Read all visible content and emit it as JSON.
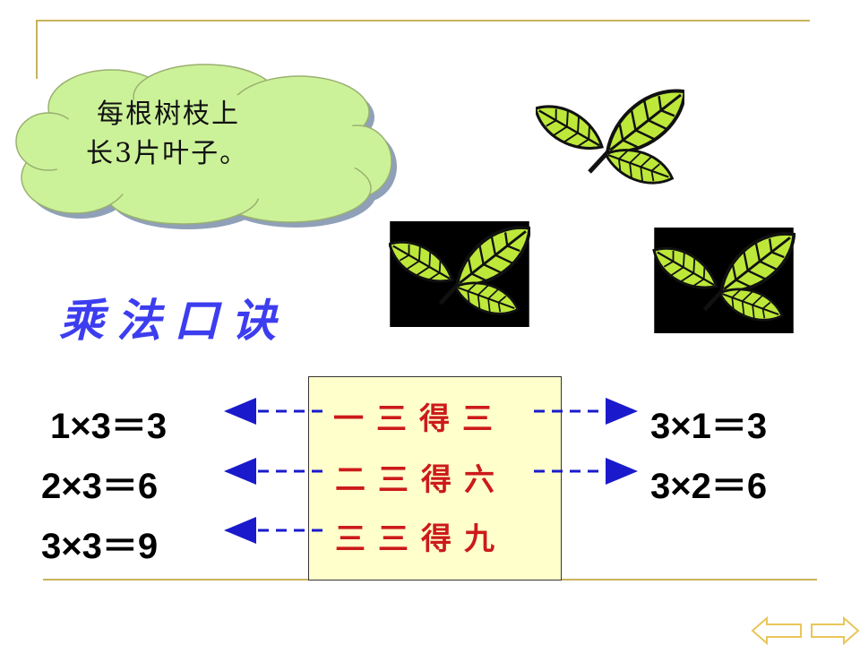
{
  "cloud": {
    "line1": "每根树枝上",
    "line2": "长3片叶子。"
  },
  "title": "乘法口诀",
  "rhymes": [
    "一三得三",
    "二三得六",
    "三三得九"
  ],
  "equations_left": [
    "1×3＝3",
    "2×3＝6",
    "3×3＝9"
  ],
  "equations_right": [
    "3×1＝3",
    "3×2＝6"
  ],
  "nav": {
    "prev": "prev-arrow-icon",
    "next": "next-arrow-icon"
  },
  "colors": {
    "title": "#3d3df0",
    "rhyme": "#cc1a1a",
    "arrow": "#1a1acc",
    "box_bg": "#ffffcc",
    "cloud": "#ccf299",
    "rule": "#c8b25a"
  }
}
